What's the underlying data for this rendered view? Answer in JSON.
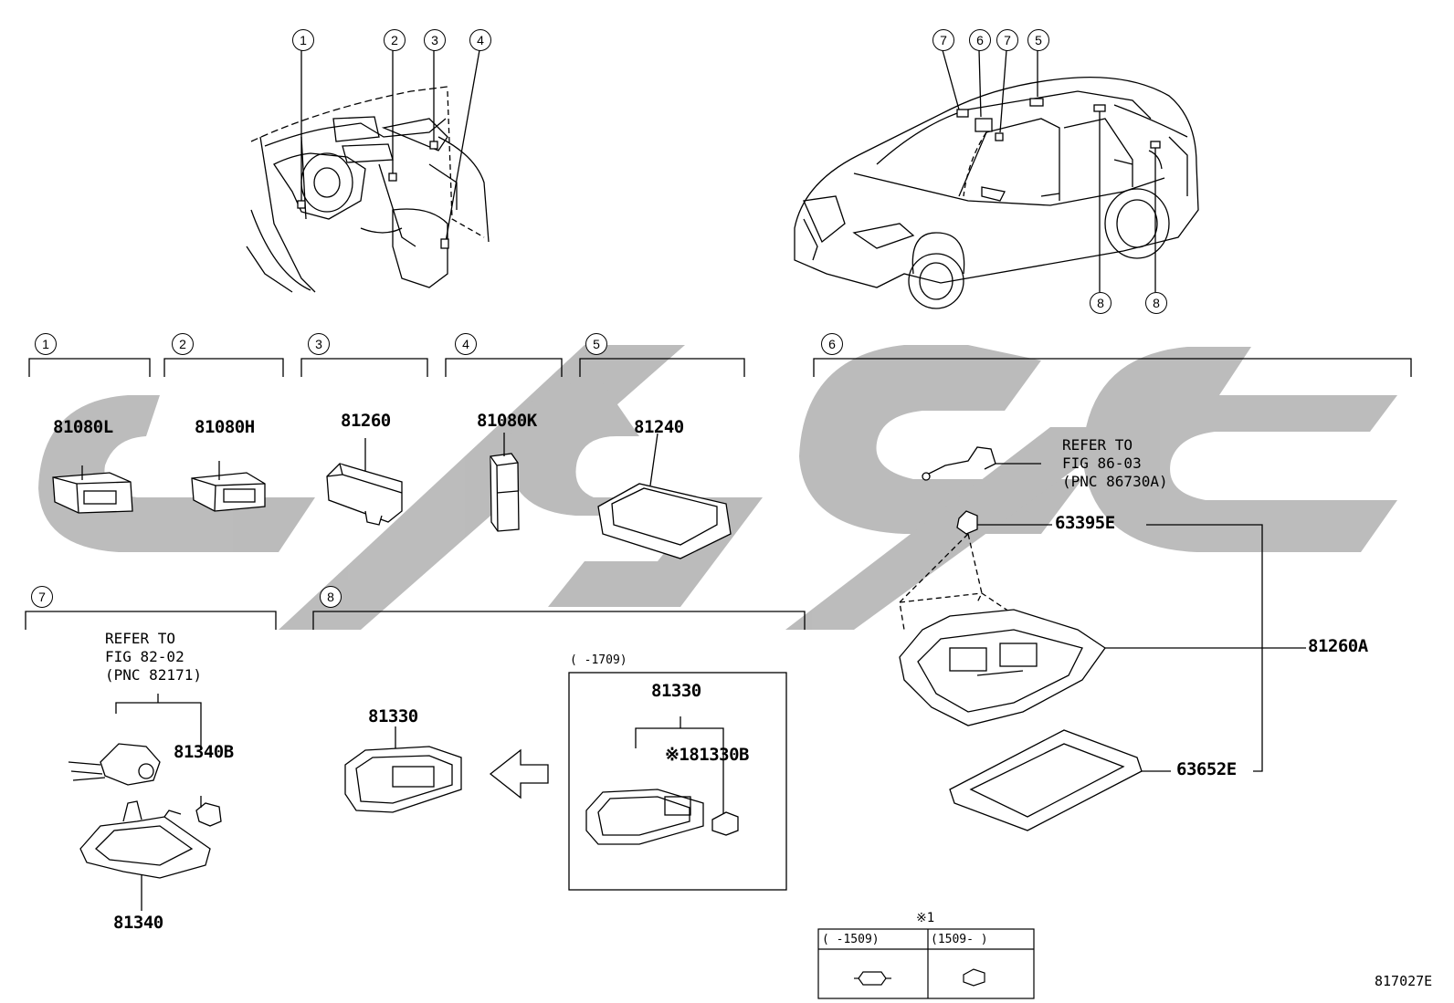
{
  "diagram_id": "817027E",
  "callouts": {
    "c1": "1",
    "c2": "2",
    "c3": "3",
    "c4": "4",
    "c5": "5",
    "c6": "6",
    "c7": "7",
    "c8": "8"
  },
  "parts": {
    "p81080L": "81080L",
    "p81080H": "81080H",
    "p81260": "81260",
    "p81080K": "81080K",
    "p81240": "81240",
    "p63395E": "63395E",
    "p81260A": "81260A",
    "p63652E": "63652E",
    "p81340B": "81340B",
    "p81340": "81340",
    "p81330_left": "81330",
    "p81330_box": "81330",
    "p81330B": "※181330B"
  },
  "refer_fig86": {
    "line1": "REFER TO",
    "line2": "FIG 86-03",
    "line3": "(PNC 86730A)"
  },
  "refer_fig82": {
    "line1": "REFER TO",
    "line2": "FIG 82-02",
    "line3": "(PNC 82171)"
  },
  "date_box_header": "(    -1709)",
  "note_table": {
    "title": "※1",
    "col1": "(    -1509)",
    "col2": "(1509-    )"
  },
  "watermark_color": "#b8b8b8"
}
